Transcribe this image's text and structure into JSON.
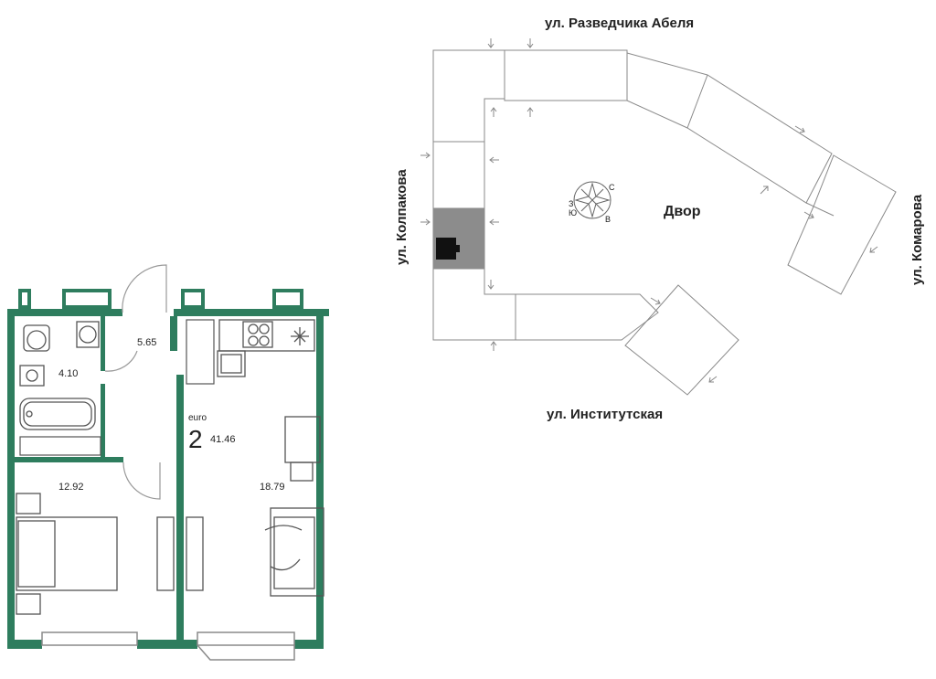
{
  "colors": {
    "wall": "#2e7d5e",
    "wall_dark": "#1f6048",
    "line": "#8a8a8a",
    "highlight": "#8c8c8c",
    "text": "#222222",
    "label_green": "#2e7d5e"
  },
  "apartment": {
    "format": "euro",
    "rooms": "2",
    "total_area": "41.46",
    "room_areas": {
      "bathroom": "4.10",
      "hallway": "5.65",
      "bedroom": "12.92",
      "living_kitchen": "18.79"
    }
  },
  "site_plan": {
    "street_north": "ул. Разведчика Абеля",
    "street_west": "ул. Колпакова",
    "street_east": "ул. Комарова",
    "street_south": "ул. Институтская",
    "courtyard": "Двор",
    "compass": {
      "north": "С",
      "south": "Ю",
      "west": "З",
      "east": "В"
    }
  }
}
